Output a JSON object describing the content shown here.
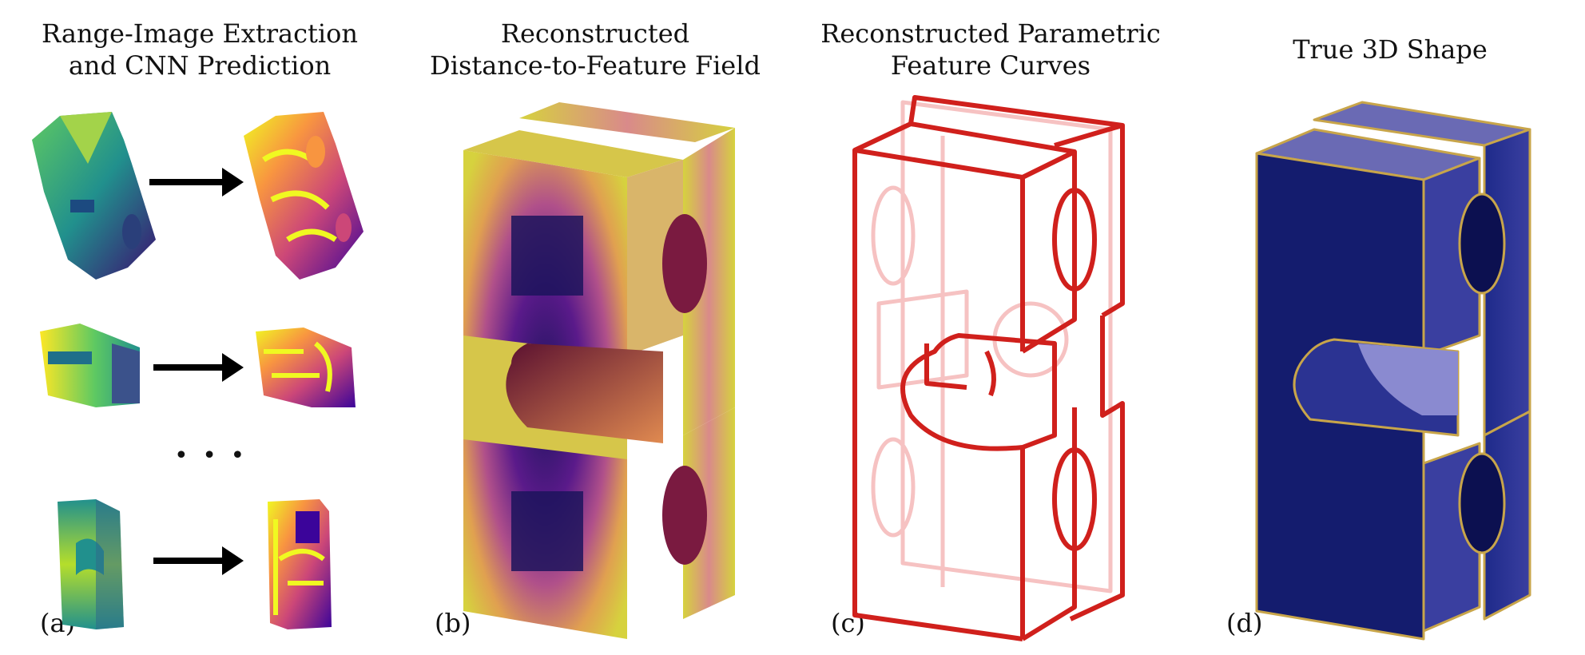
{
  "panels": [
    {
      "label": "(a)",
      "title_line1": "Range-Image Extraction",
      "title_line2": "and CNN Prediction"
    },
    {
      "label": "(b)",
      "title_line1": "Reconstructed",
      "title_line2": "Distance-to-Feature Field"
    },
    {
      "label": "(c)",
      "title_line1": "Reconstructed Parametric",
      "title_line2": "Feature Curves"
    },
    {
      "label": "(d)",
      "title_line1": "True 3D Shape",
      "title_line2": ""
    }
  ],
  "ellipsis": "• • •",
  "colors": {
    "viridis": [
      "#3b0f70",
      "#21908d",
      "#5ec962",
      "#fde725"
    ],
    "plasma": [
      "#0d0887",
      "#7e03a8",
      "#cc4778",
      "#f89540",
      "#f0f921"
    ],
    "field_edge": "#d6d23e",
    "field_core": "#1c145c",
    "curve_red": "#d0201c",
    "curve_pink": "#f6c2c2",
    "shape_blue": "#141c6e",
    "shape_top": "#6a6ab4",
    "shape_gold": "#c8a54a"
  }
}
